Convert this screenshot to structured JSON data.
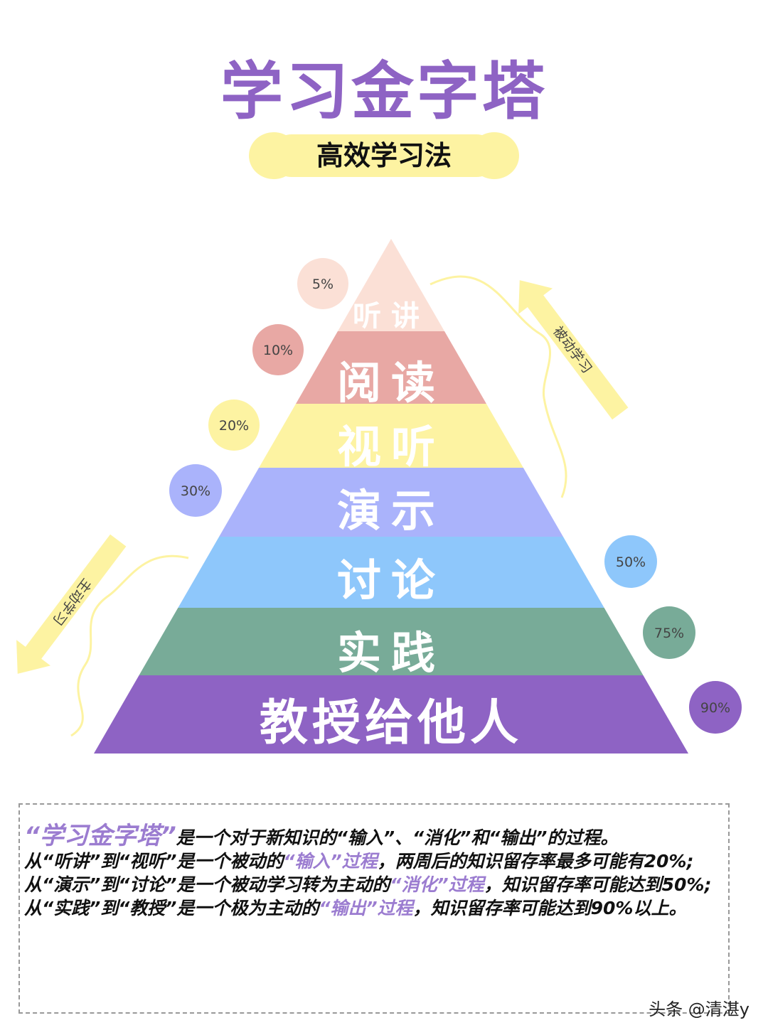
{
  "title": "学习金字塔",
  "subtitle": "高效学习法",
  "colors": {
    "title": "#8e63c4",
    "highlight": "#9b7cd0",
    "subtitle_bg": "#fdf3a2",
    "arrow": "#fdf3a2"
  },
  "layers": [
    {
      "label": "听讲",
      "percent": "5%",
      "color": "#fbe0d6"
    },
    {
      "label": "阅读",
      "percent": "10%",
      "color": "#e8a8a4"
    },
    {
      "label": "视听",
      "percent": "20%",
      "color": "#fdf3a2"
    },
    {
      "label": "演示",
      "percent": "30%",
      "color": "#aab3fb"
    },
    {
      "label": "讨论",
      "percent": "50%",
      "color": "#8ec7fb"
    },
    {
      "label": "实践",
      "percent": "75%",
      "color": "#78ab98"
    },
    {
      "label": "教授给他人",
      "percent": "90%",
      "color": "#8e63c4"
    }
  ],
  "passive_label": "被动学习",
  "active_label": "主动学习",
  "description": {
    "line1_title": "“学习金字塔”",
    "line1_rest": "是一个对于新知识的“输入”、“消化”和“输出”的过程。",
    "line2_a": "从“听讲”到“视听”是一个被动的",
    "line2_hl": "“输入”过程",
    "line2_b": "，两周后的知识留存率最多可能有20%;",
    "line3_a": "从“演示”到“讨论”是一个被动学习转为主动的",
    "line3_hl": "“消化”过程",
    "line3_b": "，知识留存率可能达到50%;",
    "line4_a": "从“实践”到“教授”是一个极为主动的",
    "line4_hl": "“输出”过程",
    "line4_b": "，知识留存率可能达到90%以上。"
  },
  "watermark": "头条 @清湛y"
}
